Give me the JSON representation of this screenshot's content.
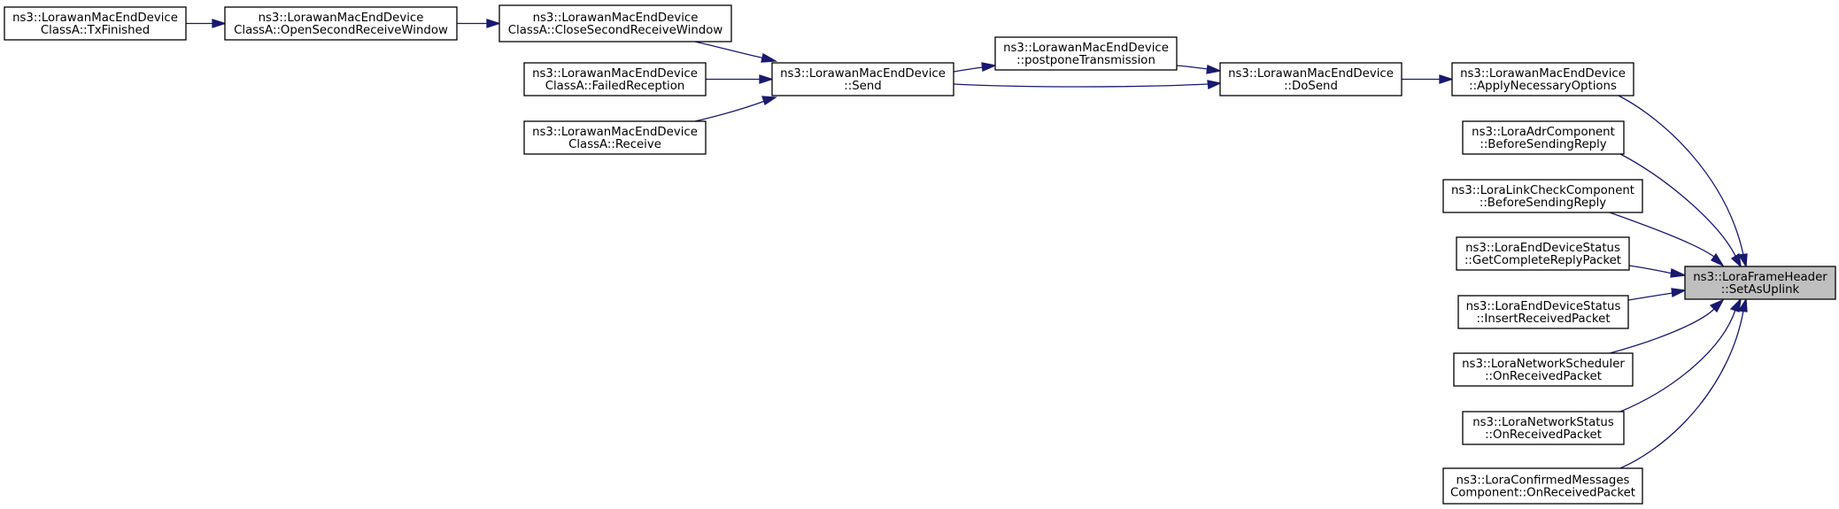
{
  "graph": {
    "nodes": {
      "txfinished": [
        "ns3::LorawanMacEndDevice",
        "ClassA::TxFinished"
      ],
      "opensecond": [
        "ns3::LorawanMacEndDevice",
        "ClassA::OpenSecondReceiveWindow"
      ],
      "closesecond": [
        "ns3::LorawanMacEndDevice",
        "ClassA::CloseSecondReceiveWindow"
      ],
      "failedreception": [
        "ns3::LorawanMacEndDevice",
        "ClassA::FailedReception"
      ],
      "receive": [
        "ns3::LorawanMacEndDevice",
        "ClassA::Receive"
      ],
      "send": [
        "ns3::LorawanMacEndDevice",
        "::Send"
      ],
      "postpone": [
        "ns3::LorawanMacEndDevice",
        "::postponeTransmission"
      ],
      "dosend": [
        "ns3::LorawanMacEndDevice",
        "::DoSend"
      ],
      "applyoptions": [
        "ns3::LorawanMacEndDevice",
        "::ApplyNecessaryOptions"
      ],
      "adr": [
        "ns3::LoraAdrComponent",
        "::BeforeSendingReply"
      ],
      "linkcheck": [
        "ns3::LoraLinkCheckComponent",
        "::BeforeSendingReply"
      ],
      "getcomplete": [
        "ns3::LoraEndDeviceStatus",
        "::GetCompleteReplyPacket"
      ],
      "insertreceived": [
        "ns3::LoraEndDeviceStatus",
        "::InsertReceivedPacket"
      ],
      "scheduler": [
        "ns3::LoraNetworkScheduler",
        "::OnReceivedPacket"
      ],
      "netstatus": [
        "ns3::LoraNetworkStatus",
        "::OnReceivedPacket"
      ],
      "confirmed": [
        "ns3::LoraConfirmedMessages",
        "Component::OnReceivedPacket"
      ],
      "setasuplink": [
        "ns3::LoraFrameHeader",
        "::SetAsUplink"
      ]
    },
    "focus": "setasuplink",
    "edges": [
      [
        "txfinished",
        "opensecond"
      ],
      [
        "opensecond",
        "closesecond"
      ],
      [
        "closesecond",
        "send"
      ],
      [
        "failedreception",
        "send"
      ],
      [
        "receive",
        "send"
      ],
      [
        "send",
        "postpone"
      ],
      [
        "send",
        "dosend"
      ],
      [
        "postpone",
        "dosend"
      ],
      [
        "dosend",
        "applyoptions"
      ],
      [
        "applyoptions",
        "setasuplink"
      ],
      [
        "adr",
        "setasuplink"
      ],
      [
        "linkcheck",
        "setasuplink"
      ],
      [
        "getcomplete",
        "setasuplink"
      ],
      [
        "insertreceived",
        "setasuplink"
      ],
      [
        "scheduler",
        "setasuplink"
      ],
      [
        "netstatus",
        "setasuplink"
      ],
      [
        "confirmed",
        "setasuplink"
      ]
    ],
    "colors": {
      "edge": "#191970",
      "node_border": "#000000",
      "node_fill": "#ffffff",
      "focus_fill": "#bfbfbf"
    }
  }
}
